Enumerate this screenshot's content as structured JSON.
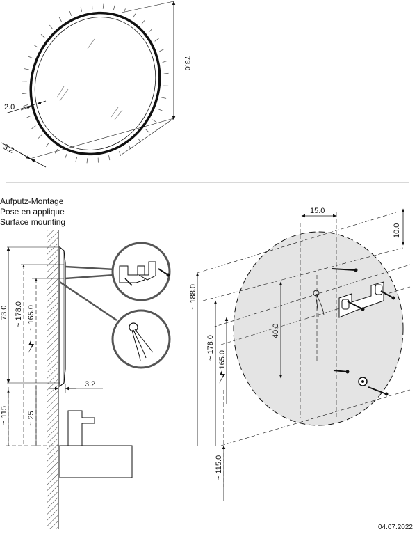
{
  "top_view": {
    "dim_height": "73.0",
    "dim_frame": "2.0",
    "dim_depth": "3.2"
  },
  "mounting_titles": [
    "Aufputz-Montage",
    "Pose en applique",
    "Surface mounting"
  ],
  "side_view": {
    "dim_height": "73.0",
    "dim_178": "~ 178.0",
    "dim_165": "~ 165.0",
    "dim_depth": "3.2",
    "dim_115": "~ 115",
    "dim_25": "~ 25"
  },
  "front_view": {
    "dim_15": "15.0",
    "dim_10": "10.0",
    "dim_188": "~ 188.0",
    "dim_178": "~ 178.0",
    "dim_165": "~ 165.0",
    "dim_40": "40.0",
    "dim_115": "~ 115.0"
  },
  "date": "04.07.2022",
  "colors": {
    "line": "#111111",
    "mirror_fill": "#e4e4e4",
    "detail_circle": "#555555"
  },
  "icons": [
    "lightning-bolt-icon",
    "bracket-icon",
    "screw-icon",
    "cable-outlet-icon"
  ]
}
